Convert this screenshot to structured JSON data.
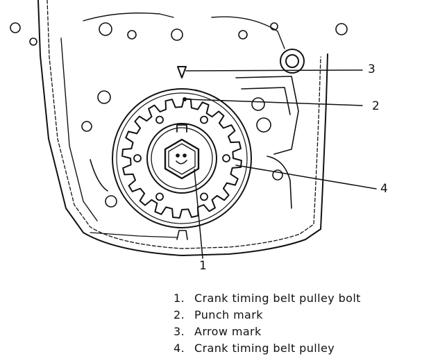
{
  "callouts": [
    {
      "number": "1"
    },
    {
      "number": "2"
    },
    {
      "number": "3"
    },
    {
      "number": "4"
    }
  ],
  "legend": [
    {
      "number": "1.",
      "label": "Crank timing belt pulley bolt"
    },
    {
      "number": "2.",
      "label": "Punch mark"
    },
    {
      "number": "3.",
      "label": "Arrow mark"
    },
    {
      "number": "4.",
      "label": "Crank timing belt pulley"
    }
  ]
}
